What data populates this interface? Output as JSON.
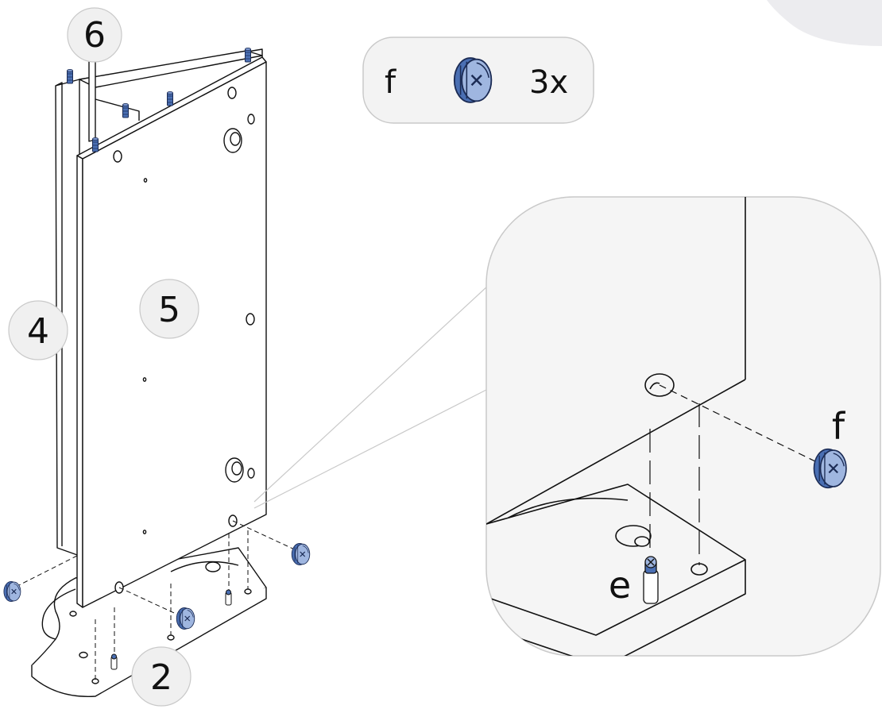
{
  "parts_box": {
    "part_letter": "f",
    "quantity": "3x",
    "part_icon": "cam-lock-icon"
  },
  "panels": {
    "left_side": "4",
    "front_panel": "5",
    "top_rail": "6",
    "base": "2"
  },
  "detail": {
    "cam_label": "f",
    "dowel_label": "e"
  },
  "colors": {
    "hardware_blue": "#4a6fb3",
    "bubble_fill": "#f0f0f0",
    "detail_fill": "#f5f5f5"
  }
}
